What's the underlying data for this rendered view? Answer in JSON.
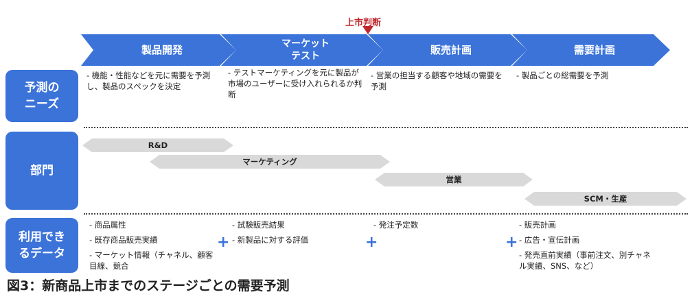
{
  "decision": {
    "label": "上市判断"
  },
  "stages": [
    {
      "label": "製品開発"
    },
    {
      "label": "マーケット\nテスト"
    },
    {
      "label": "販売計画"
    },
    {
      "label": "需要計画"
    }
  ],
  "row_headers": {
    "needs": "予測の\nニーズ",
    "departments": "部門",
    "available_data": "利用でき\nるデータ"
  },
  "needs": [
    "- 機能・性能などを元に需要を予測し、製品のスペックを決定",
    "- テストマーケティングを元に製品が市場のユーザーに受け入れられるか判断",
    "- 営業の担当する顧客や地域の需要を予測",
    "- 製品ごとの総需要を予測"
  ],
  "departments": [
    {
      "label": "R&D"
    },
    {
      "label": "マーケティング"
    },
    {
      "label": "営業"
    },
    {
      "label": "SCM・生産"
    }
  ],
  "data_columns": [
    [
      "- 商品属性",
      "- 既存商品販売実績",
      "- マーケット情報（チャネル、顧客目線、競合"
    ],
    [
      "- 試験販売結果",
      "- 新製品に対する評価"
    ],
    [
      "- 発注予定数"
    ],
    [
      "- 販売計画",
      "- 広告・宣伝計画",
      "- 発売直前実績（事前注文、別チャネル実績、SNS、など）"
    ]
  ],
  "plus_symbol": "+",
  "caption": "図3：新商品上市までのステージごとの需要予測",
  "colors": {
    "accent": "#3b73d9",
    "decision": "#c0282d",
    "bar": "#d9d9d9"
  }
}
